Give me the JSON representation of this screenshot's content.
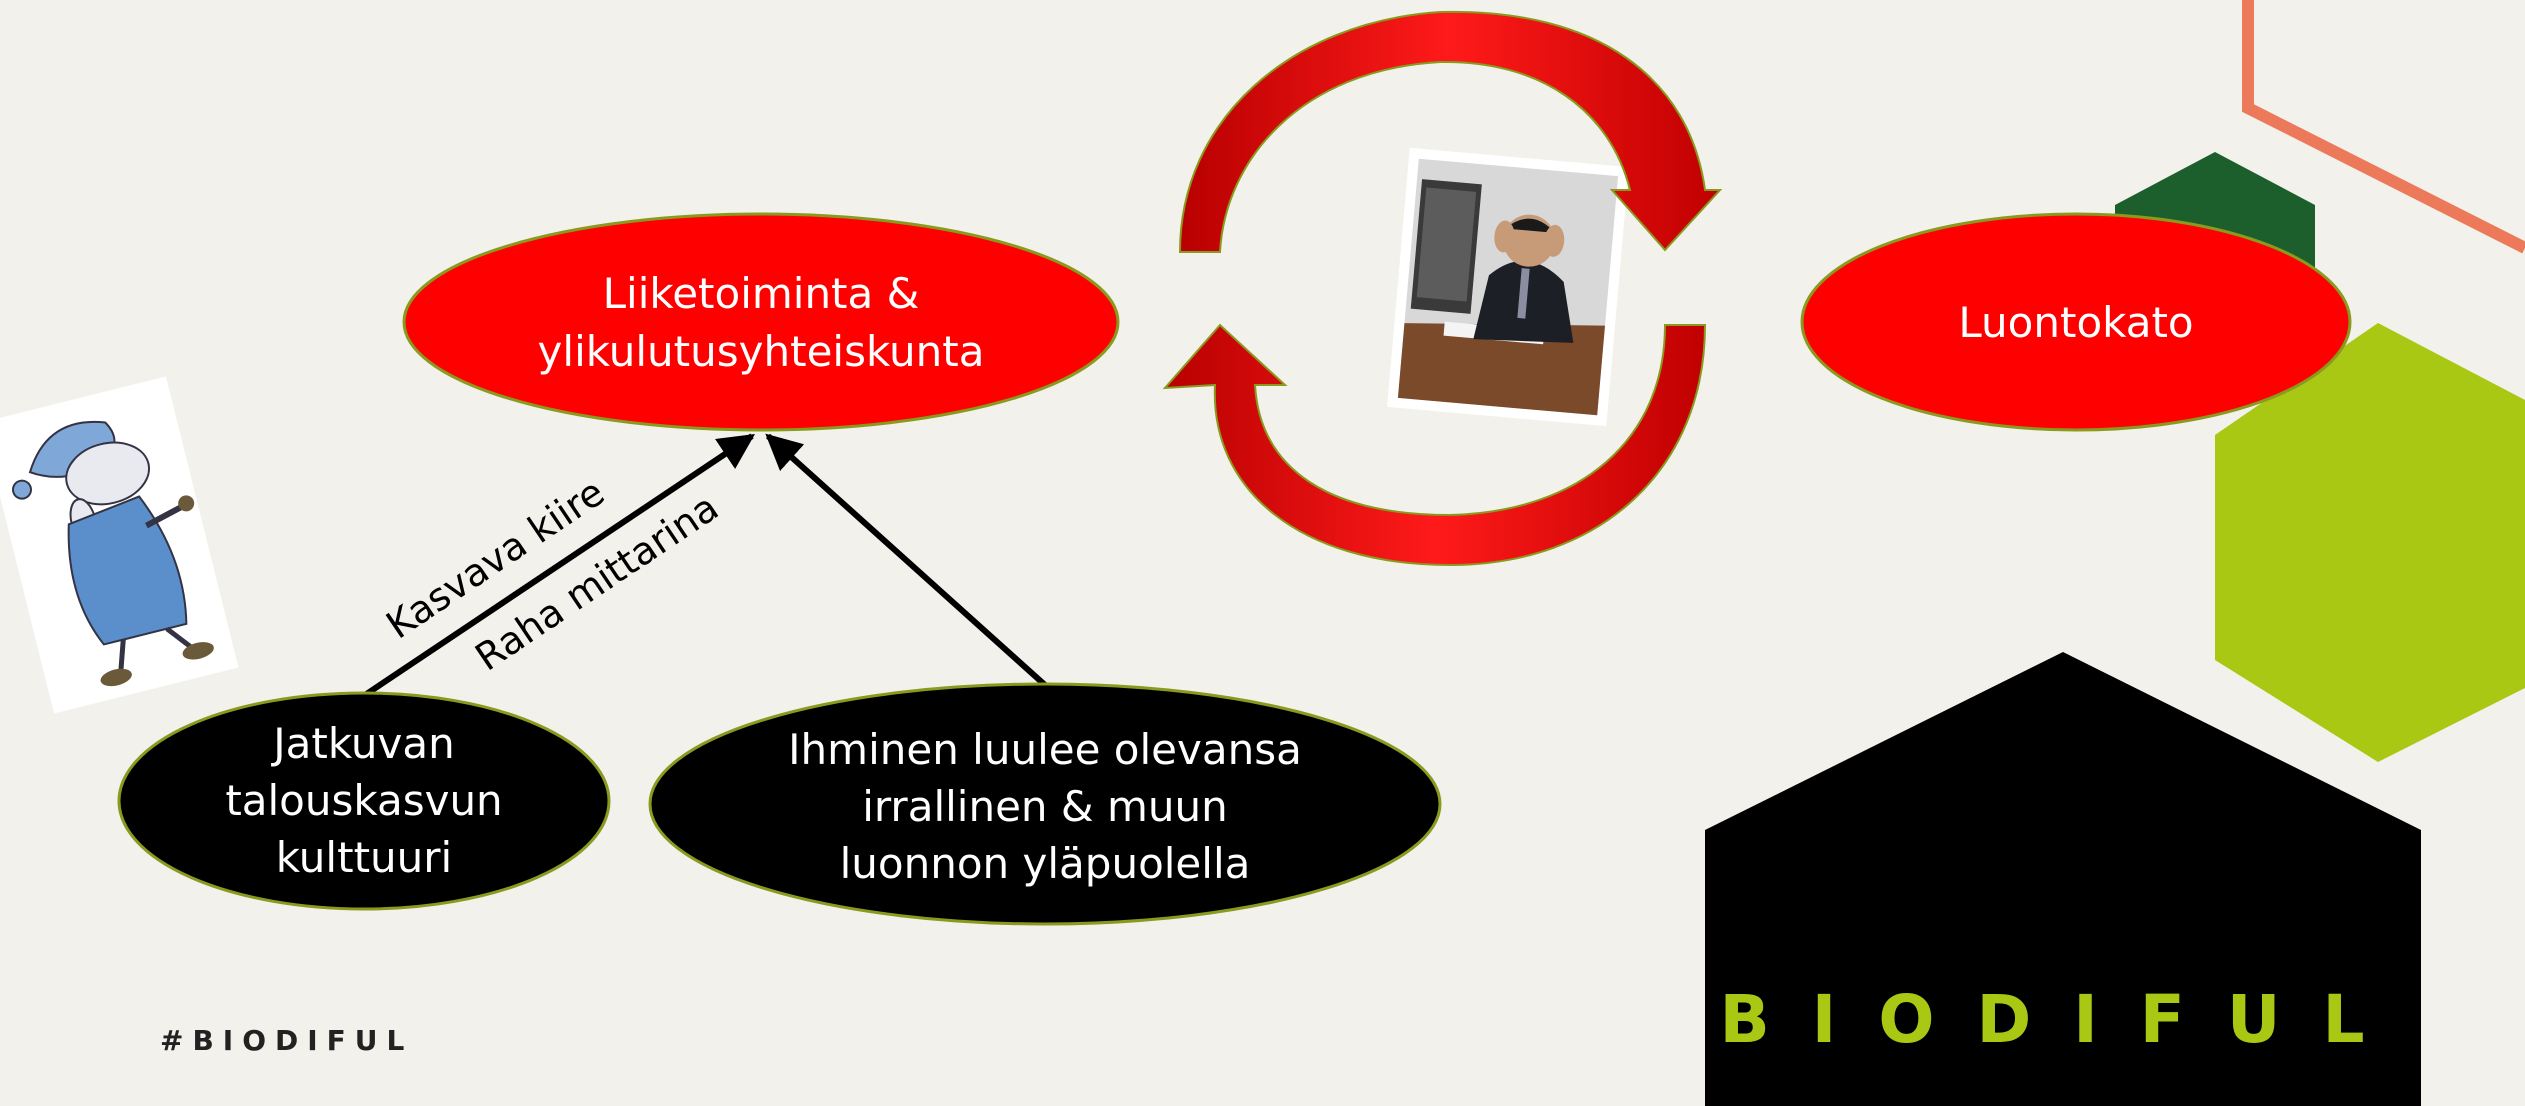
{
  "nodes": {
    "business": [
      "Liiketoiminta &",
      "ylikulutusyhteiskunta"
    ],
    "biodiversity_loss": [
      "Luontokato"
    ],
    "growth_culture": [
      "Jatkuvan",
      "talouskasvun",
      "kulttuuri"
    ],
    "human_view": [
      "Ihminen luulee olevansa",
      "irrallinen & muun",
      "luonnon yläpuolella"
    ]
  },
  "arrow_labels": {
    "rush": "Kasvava kiire",
    "money": "Raha mittarina"
  },
  "branding": {
    "hashtag": "#BIODIFUL",
    "logo": "BIODIFUL"
  },
  "images": {
    "cartoon": "sleepy-cartoon-figure-in-nightcap",
    "photo": "stressed-businessman-at-desk"
  },
  "colors": {
    "background": "#f2f1eb",
    "node_red": "#ff0000",
    "node_border": "#8a9a1e",
    "cycle_arrow": "#e0000a",
    "dark_green": "#1c5e2c",
    "lime_green": "#a8c814",
    "salmon": "#ec7a5a",
    "black": "#000000",
    "logo_text": "#a8c814"
  }
}
